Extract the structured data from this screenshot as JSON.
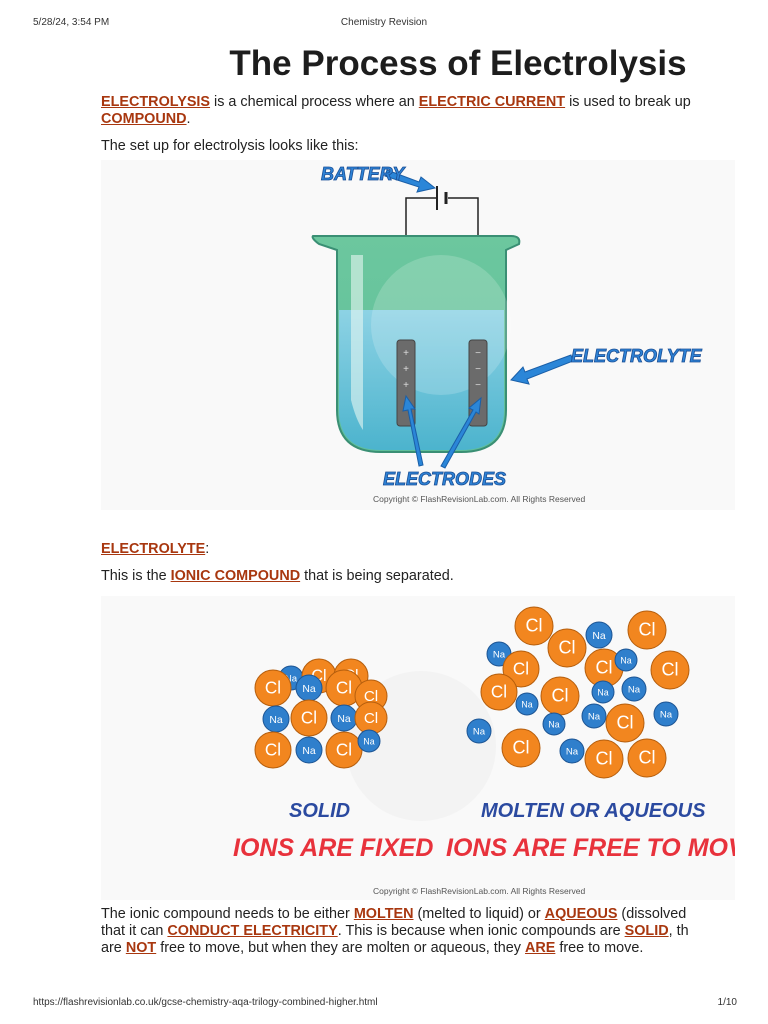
{
  "header": {
    "datetime": "5/28/24, 3:54 PM",
    "doc_title": "Chemistry Revision"
  },
  "title": "The Process of Electrolysis",
  "intro": {
    "kw1": "ELECTROLYSIS",
    "t1": " is a chemical process where an ",
    "kw2": "ELECTRIC CURRENT",
    "t2": " is used to break up",
    "kw3": "COMPOUND",
    "t3": "."
  },
  "setup_text": "The set up for electrolysis looks like this:",
  "fig1": {
    "battery": "BATTERY",
    "electrolyte": "ELECTROLYTE",
    "electrodes": "ELECTRODES",
    "copyright": "Copyright © FlashRevisionLab.com. All Rights Reserved",
    "plus": "+",
    "minus": "−"
  },
  "electrolyte_heading": {
    "kw": "ELECTROLYTE",
    "colon": ":"
  },
  "electrolyte_def": {
    "t1": "This is the ",
    "kw": "IONIC COMPOUND",
    "t2": " that is being separated."
  },
  "fig2": {
    "solid_label": "SOLID",
    "solid_caption": "IONS ARE FIXED",
    "molten_label": "MOLTEN OR AQUEOUS",
    "molten_caption": "IONS ARE FREE TO MOVE",
    "cl": "Cl",
    "na": "Na",
    "copyright": "Copyright © FlashRevisionLab.com. All Rights Reserved",
    "colors": {
      "cl": "#f2861f",
      "na": "#2f7fcc",
      "blue_text": "#2b4aa0",
      "red_text": "#e8323c"
    }
  },
  "final": {
    "l1a": "The ionic compound needs to be either ",
    "l1kw1": "MOLTEN",
    "l1b": " (melted to liquid) or ",
    "l1kw2": "AQUEOUS",
    "l1c": " (dissolved",
    "l2a": "that it can ",
    "l2kw1": "CONDUCT ELECTRICITY",
    "l2b": ". This is because when ionic compounds are ",
    "l2kw2": "SOLID",
    "l2c": ", th",
    "l3a": "are ",
    "l3kw1": "NOT",
    "l3b": " free to move, but when they are molten or aqueous, they ",
    "l3kw2": "ARE",
    "l3c": " free to move."
  },
  "footer": {
    "url": "https://flashrevisionlab.co.uk/gcse-chemistry-aqa-trilogy-combined-higher.html",
    "page": "1/10"
  }
}
